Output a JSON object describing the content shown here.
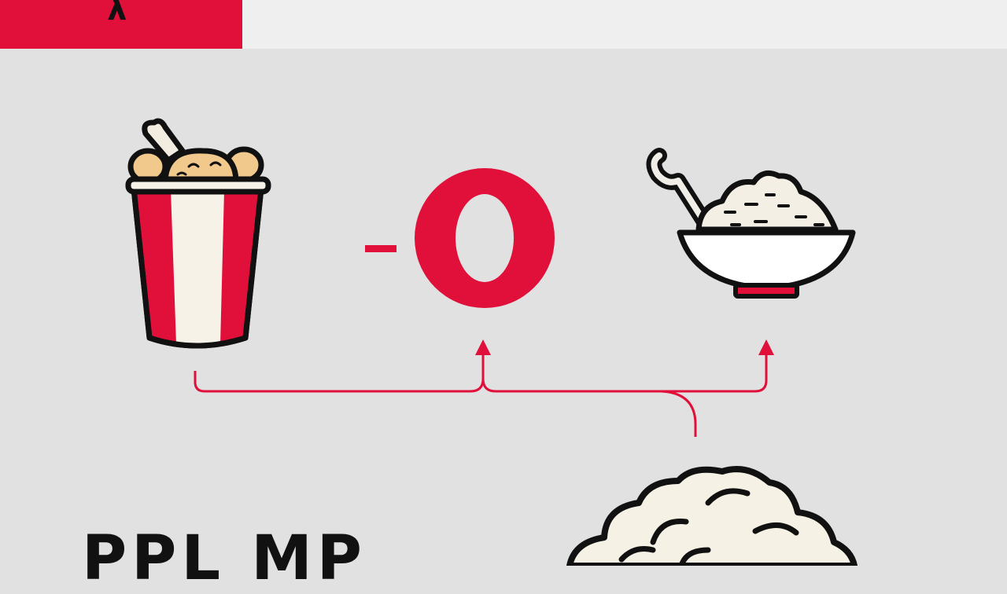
{
  "header": {
    "tab_glyph": "λ",
    "tab_color": "#e0103a"
  },
  "diagram": {
    "minus_sign": "-",
    "center_symbol": "O",
    "accent": "#e0103a",
    "icons": [
      "fried-chicken-bucket-icon",
      "bowl-of-rice-icon",
      "rice-cloud-icon"
    ]
  },
  "footer": {
    "text": "PPL MP"
  }
}
